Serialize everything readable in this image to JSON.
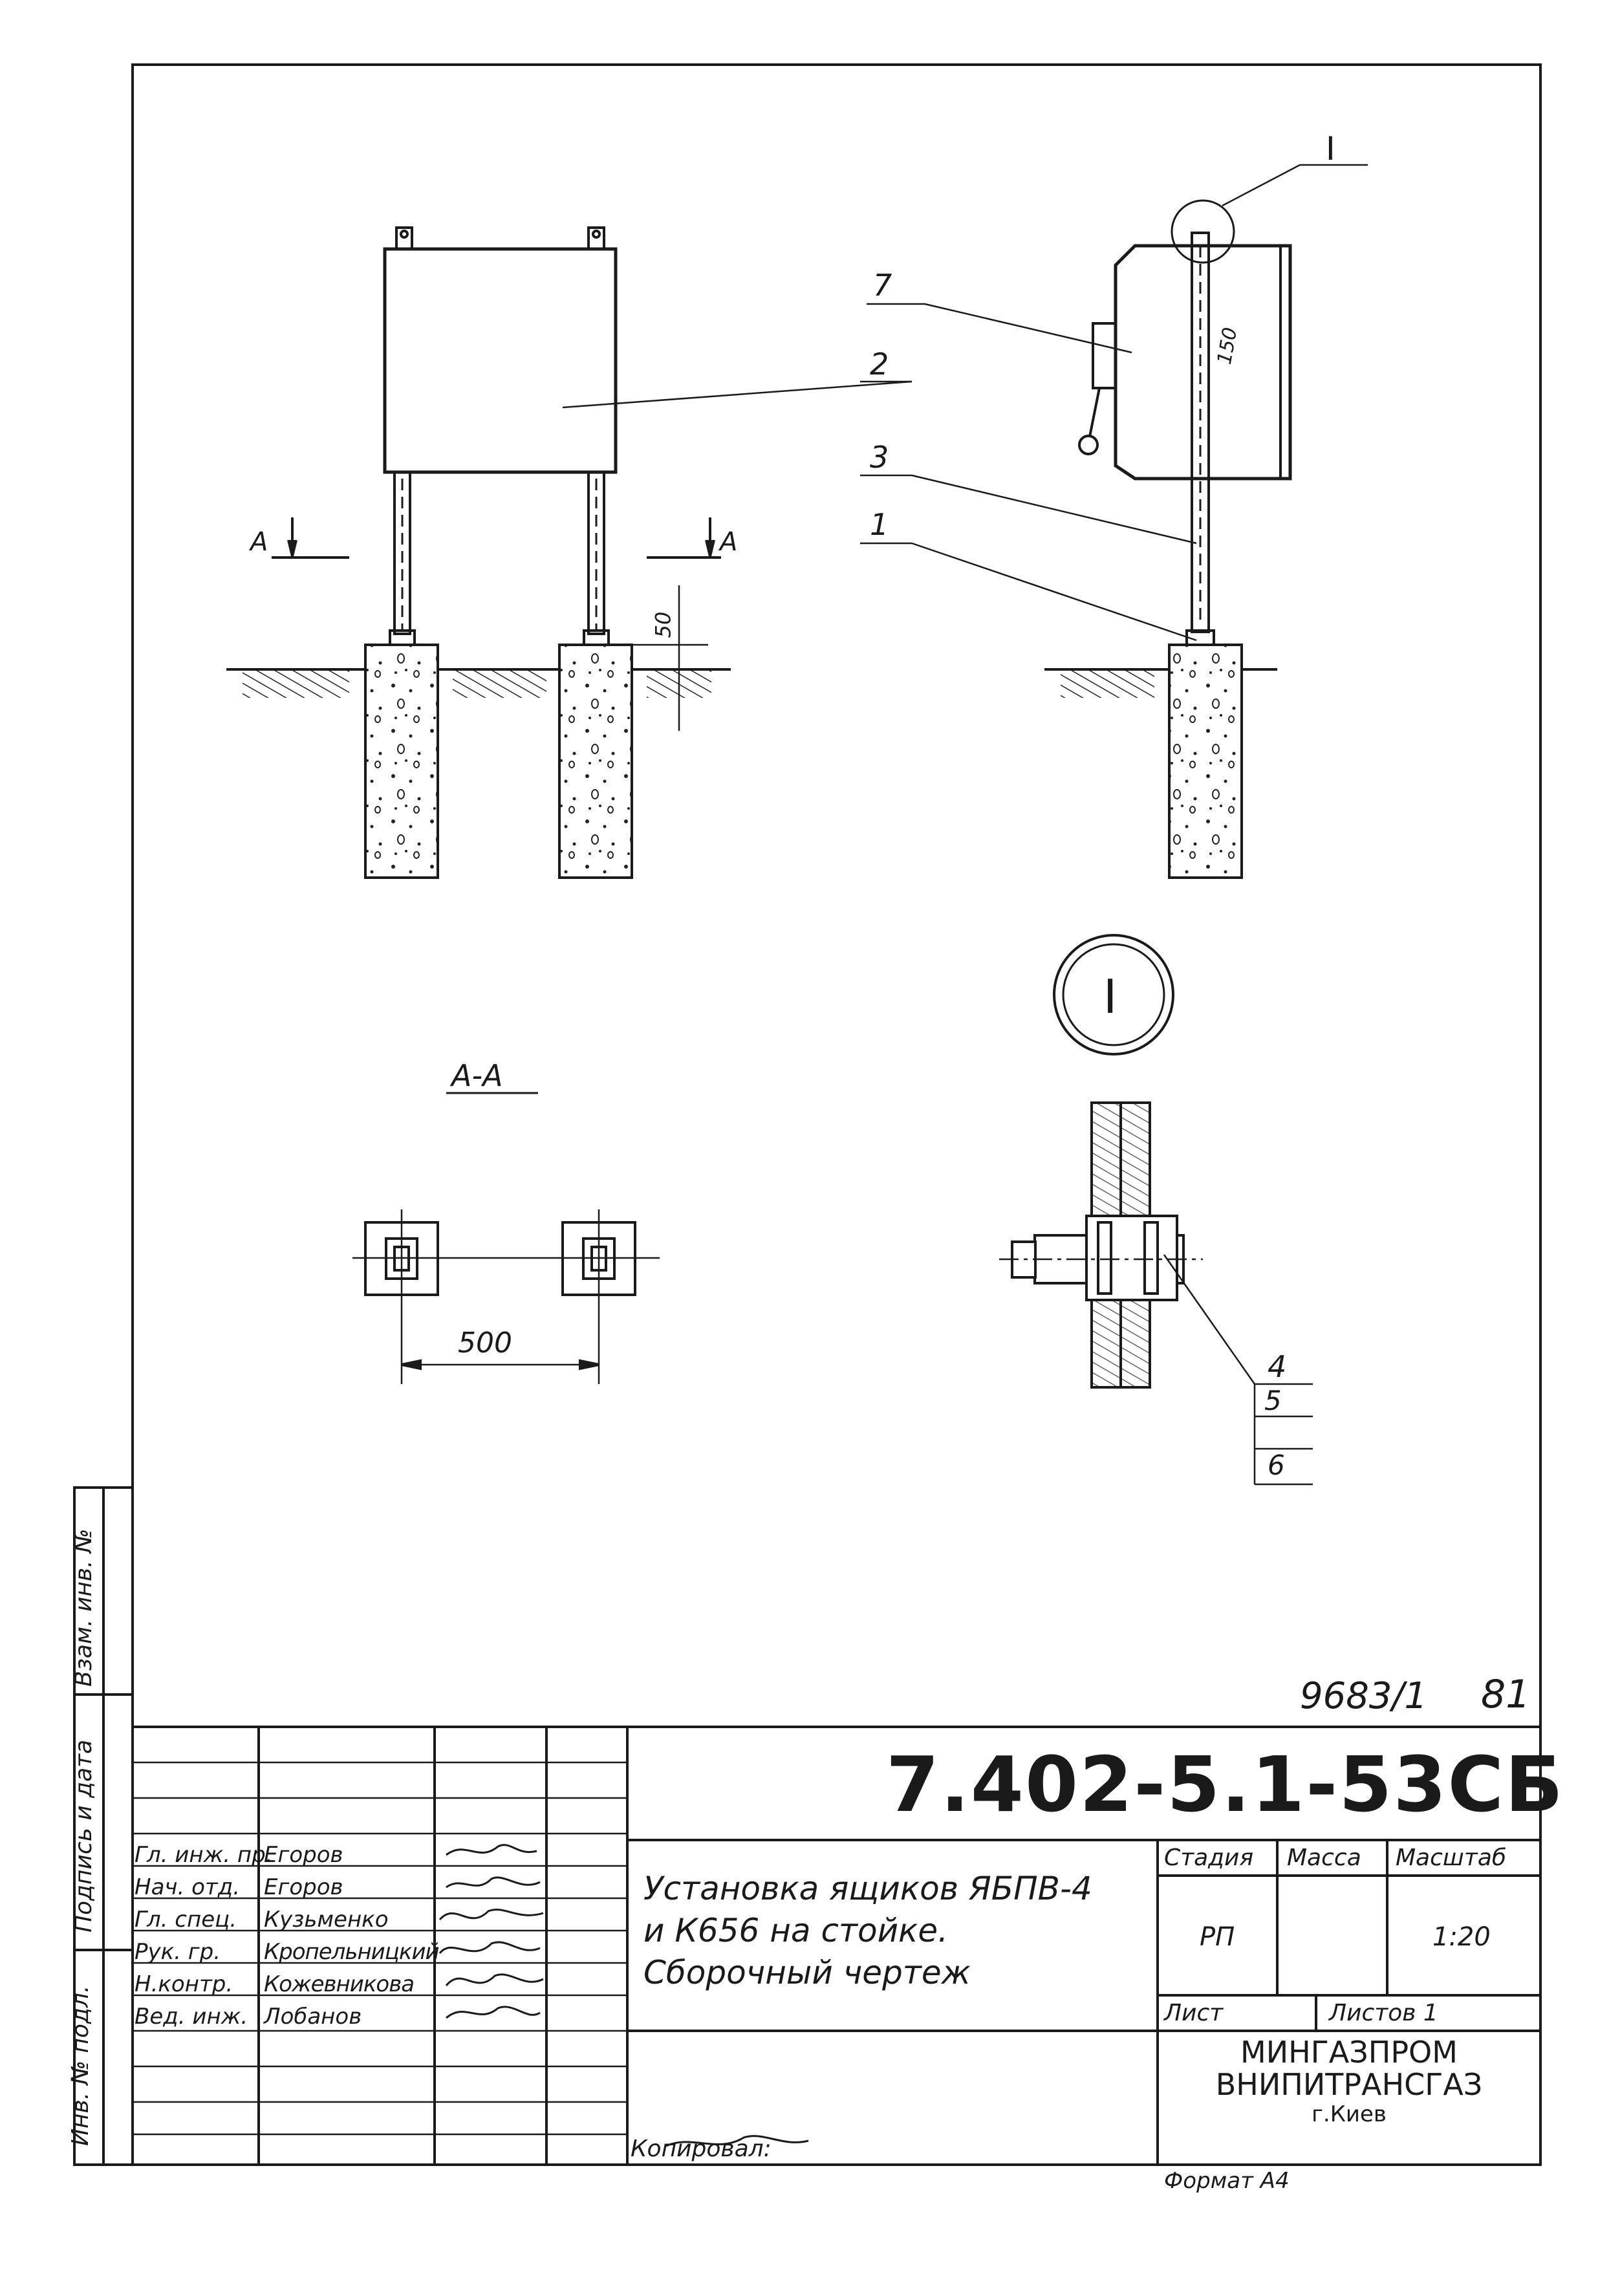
{
  "drawing": {
    "labels": {
      "callout_1": "1",
      "callout_2": "2",
      "callout_3": "3",
      "callout_4": "4",
      "callout_5": "5",
      "callout_6": "6",
      "callout_7": "7",
      "section_mark_left": "А",
      "section_mark_right": "А",
      "section_title": "А-А",
      "detail_mark": "I",
      "detail_circle_label": "I"
    },
    "dimensions": {
      "spacing": "500",
      "post_height": "50",
      "side_note": "150"
    }
  },
  "archive": {
    "number": "9683/1",
    "sheet_no": "81"
  },
  "title_block": {
    "designation": "7.402-5.1-53СБ",
    "title_lines": [
      "Установка ящиков ЯБПВ-4",
      "и К656 на стойке.",
      "Сборочный чертеж"
    ],
    "roles": [
      {
        "role": "Гл. инж. пр.",
        "name": "Егоров"
      },
      {
        "role": "Нач. отд.",
        "name": "Егоров"
      },
      {
        "role": "Гл. спец.",
        "name": "Кузьменко"
      },
      {
        "role": "Рук. гр.",
        "name": "Кропельницкий"
      },
      {
        "role": "Н.контр.",
        "name": "Кожевникова"
      },
      {
        "role": "Вед. инж.",
        "name": "Лобанов"
      }
    ],
    "headers": {
      "stage": "Стадия",
      "mass": "Масса",
      "scale": "Масштаб",
      "sheet": "Лист",
      "sheets": "Листов 1"
    },
    "values": {
      "stage": "РП",
      "mass": "",
      "scale": "1:20"
    },
    "organization": [
      "МИНГАЗПРОМ",
      "ВНИПИТРАНСГАЗ",
      "г.Киев"
    ]
  },
  "margin_stamps": {
    "replace_inv": "Взам. инв. №",
    "sign_date": "Подпись и дата",
    "orig_inv": "Инв. № подл."
  },
  "footer": {
    "copied_label": "Копировал:",
    "format": "Формат А4"
  }
}
